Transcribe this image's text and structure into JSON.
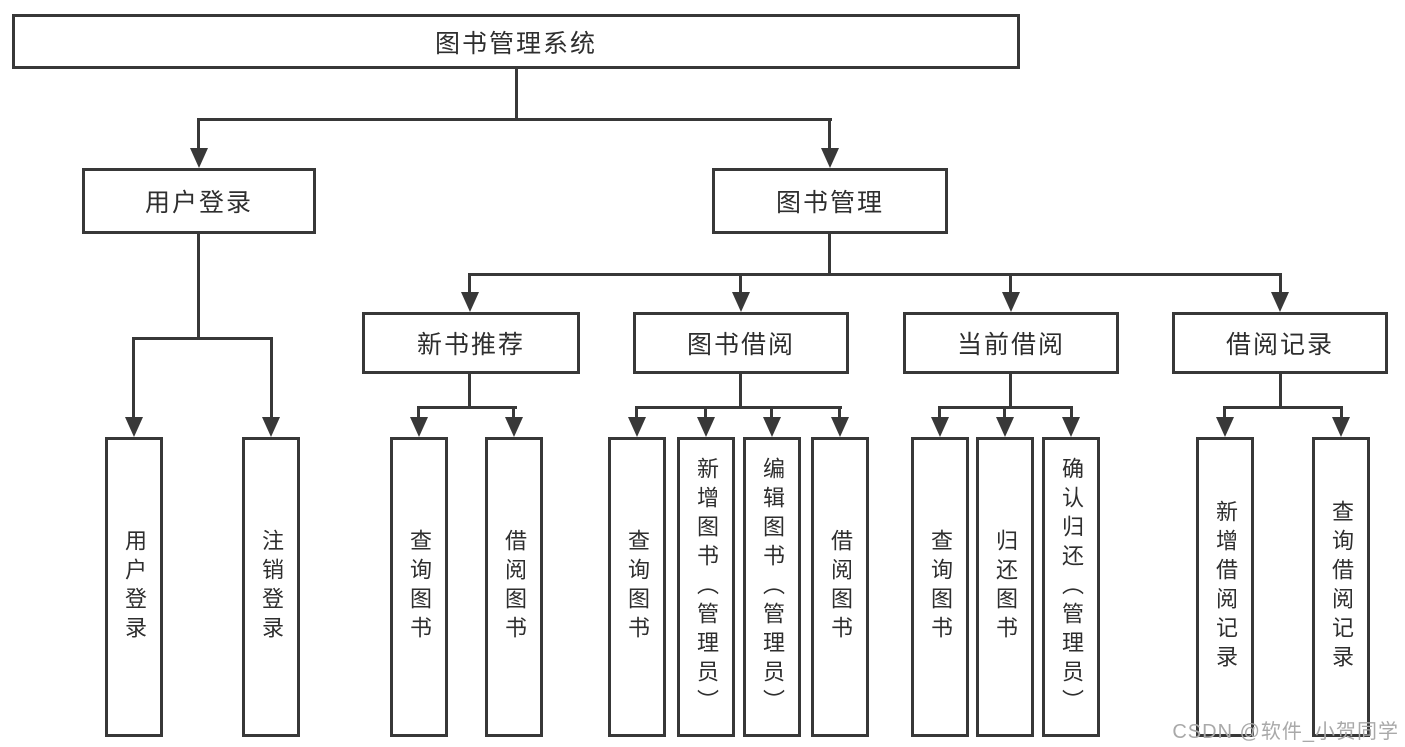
{
  "tree": {
    "root": "图书管理系统",
    "children": [
      {
        "label": "用户登录",
        "children": [
          "用户登录",
          "注销登录"
        ]
      },
      {
        "label": "图书管理",
        "children": [
          {
            "label": "新书推荐",
            "children": [
              "查询图书",
              "借阅图书"
            ]
          },
          {
            "label": "图书借阅",
            "children": [
              "查询图书",
              "新增图书（管理员）",
              "编辑图书（管理员）",
              "借阅图书"
            ]
          },
          {
            "label": "当前借阅",
            "children": [
              "查询图书",
              "归还图书",
              "确认归还（管理员）"
            ]
          },
          {
            "label": "借阅记录",
            "children": [
              "新增借阅记录",
              "查询借阅记录"
            ]
          }
        ]
      }
    ]
  },
  "watermark": {
    "text": "CSDN @软件_小贺同学"
  },
  "colors": {
    "line": "#383838",
    "text": "#2e2e2e",
    "box_background": "#ffffff",
    "watermark": "#a9a9a9"
  }
}
